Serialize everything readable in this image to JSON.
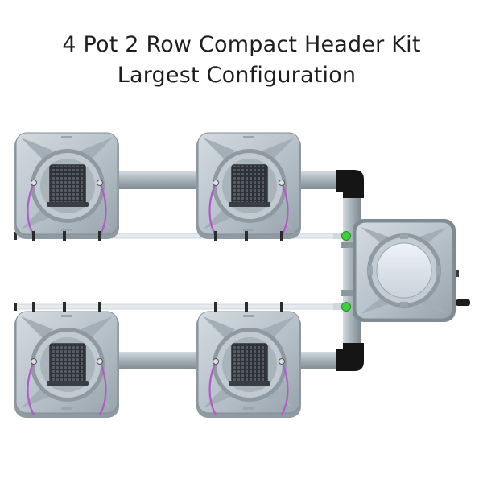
{
  "title": {
    "line1": "4 Pot 2 Row Compact Header Kit",
    "line2": "Largest Configuration"
  },
  "diagram": {
    "rows": 2,
    "pots_per_row": 2,
    "pot_count": 4,
    "header_tank_count": 1,
    "colors": {
      "pot_body": "#b9c3cb",
      "pot_shadow": "#8f9aa3",
      "pipe": "#a7b2b9",
      "elbow": "#151515",
      "feed_line": "#e6eaee",
      "connector": "#3fcf3f",
      "wick": "#b25ac8",
      "net_pot": "#2e3135",
      "tank_lid": "#d9e2ea"
    }
  }
}
